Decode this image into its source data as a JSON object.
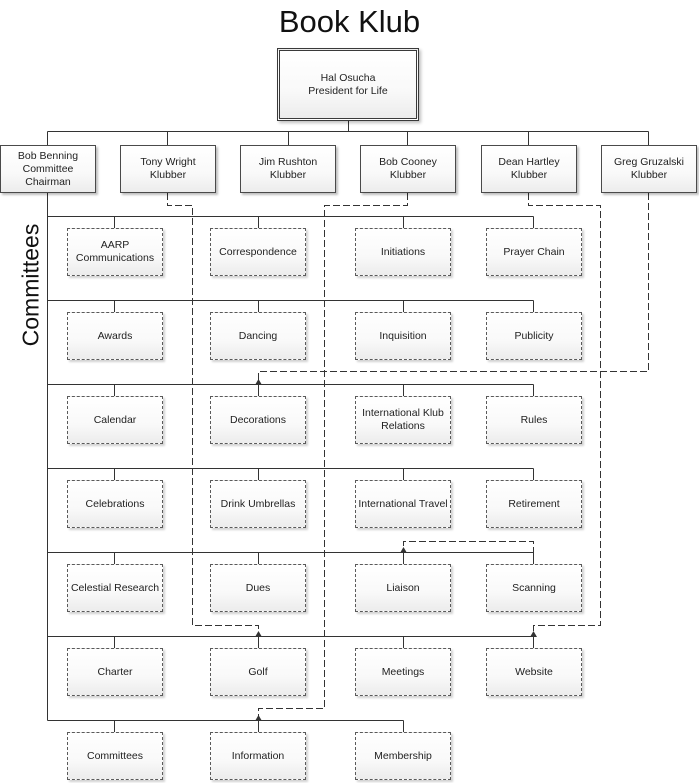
{
  "title": "Book Klub",
  "side_label": "Committees",
  "president": {
    "name": "Hal Osucha",
    "role": "President for Life"
  },
  "members": [
    {
      "name": "Bob Benning",
      "role": "Committee Chairman"
    },
    {
      "name": "Tony Wright",
      "role": "Klubber"
    },
    {
      "name": "Jim Rushton",
      "role": "Klubber"
    },
    {
      "name": "Bob Cooney",
      "role": "Klubber"
    },
    {
      "name": "Dean Hartley",
      "role": "Klubber"
    },
    {
      "name": "Greg Gruzalski",
      "role": "Klubber"
    }
  ],
  "committees": [
    [
      "AARP Communications",
      "Correspondence",
      "Initiations",
      "Prayer Chain"
    ],
    [
      "Awards",
      "Dancing",
      "Inquisition",
      "Publicity"
    ],
    [
      "Calendar",
      "Decorations",
      "International Klub Relations",
      "Rules"
    ],
    [
      "Celebrations",
      "Drink Umbrellas",
      "International Travel",
      "Retirement"
    ],
    [
      "Celestial Research",
      "Dues",
      "Liaison",
      "Scanning"
    ],
    [
      "Charter",
      "Golf",
      "Meetings",
      "Website"
    ],
    [
      "Committees",
      "Information",
      "Membership"
    ]
  ]
}
